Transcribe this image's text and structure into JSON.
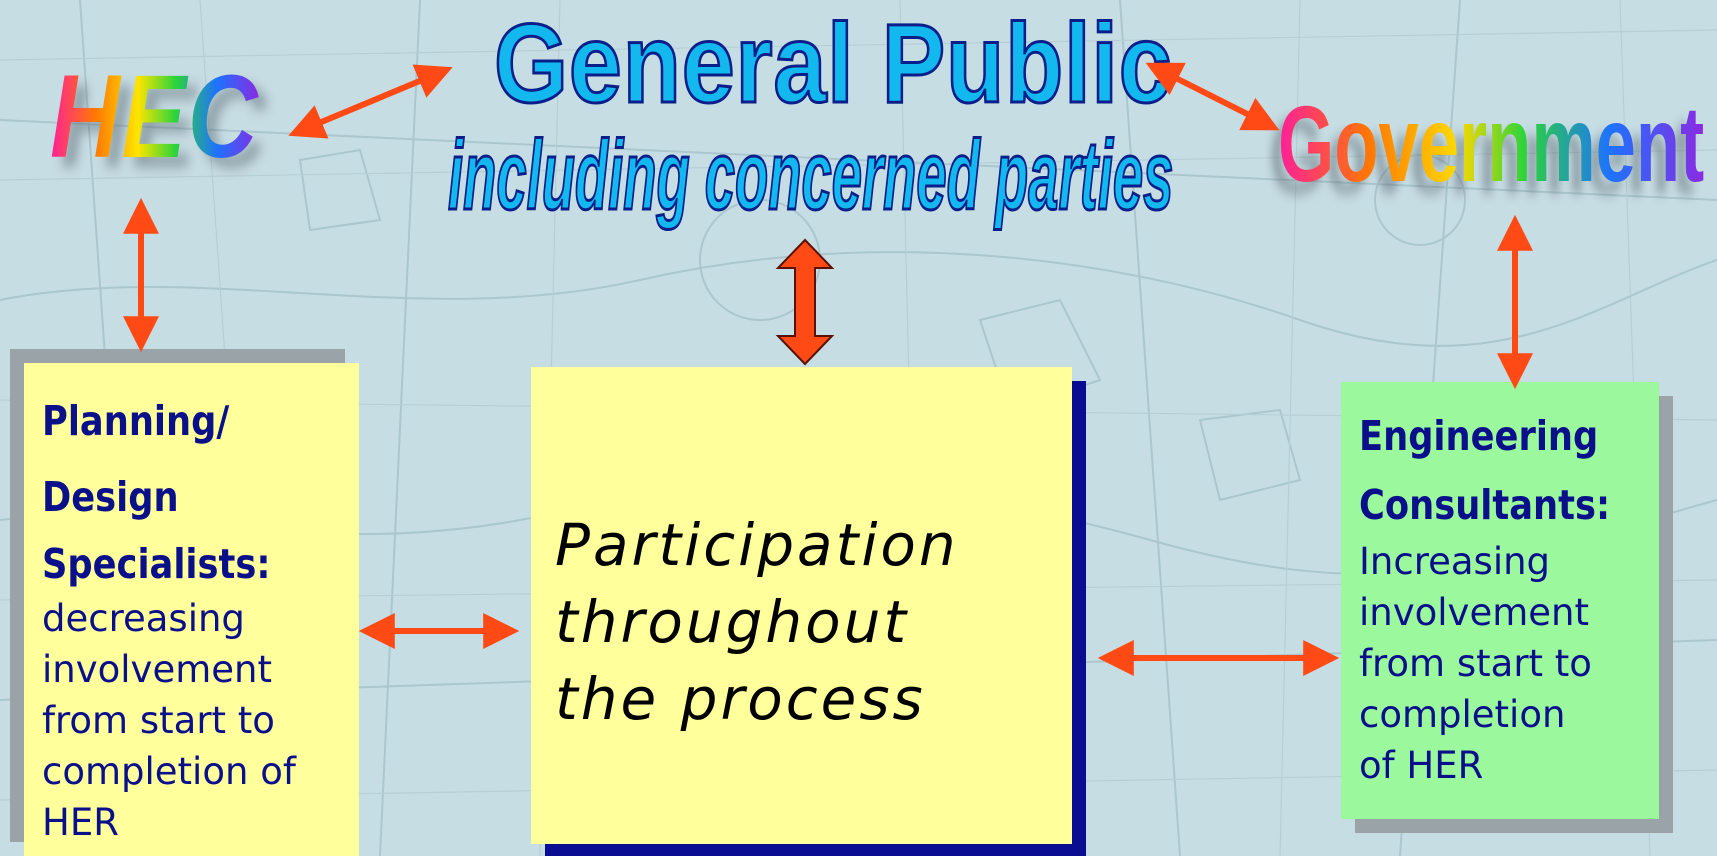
{
  "top": {
    "hec": "HEC",
    "general_public_title": "General Public",
    "general_public_subtitle": "including concerned parties",
    "government": "Government"
  },
  "left_box": {
    "heading_lines": [
      "Planning/",
      "Design",
      "Specialists:"
    ],
    "body": "decreasing\ninvolvement\nfrom start to\ncompletion of\nHER"
  },
  "center_box": {
    "text": "Participation\nthroughout\nthe process"
  },
  "right_box": {
    "heading_lines": [
      "Engineering",
      "Consultants:"
    ],
    "body": "Increasing\ninvolvement\nfrom start to\ncompletion\nof HER"
  },
  "colors": {
    "background": "#c6dde3",
    "yellow_box": "#ffff9c",
    "green_box": "#9cf89c",
    "navy_text": "#0a0f8a",
    "arrow": "#ff4a16",
    "wordart_fill": "#12b8ee"
  }
}
